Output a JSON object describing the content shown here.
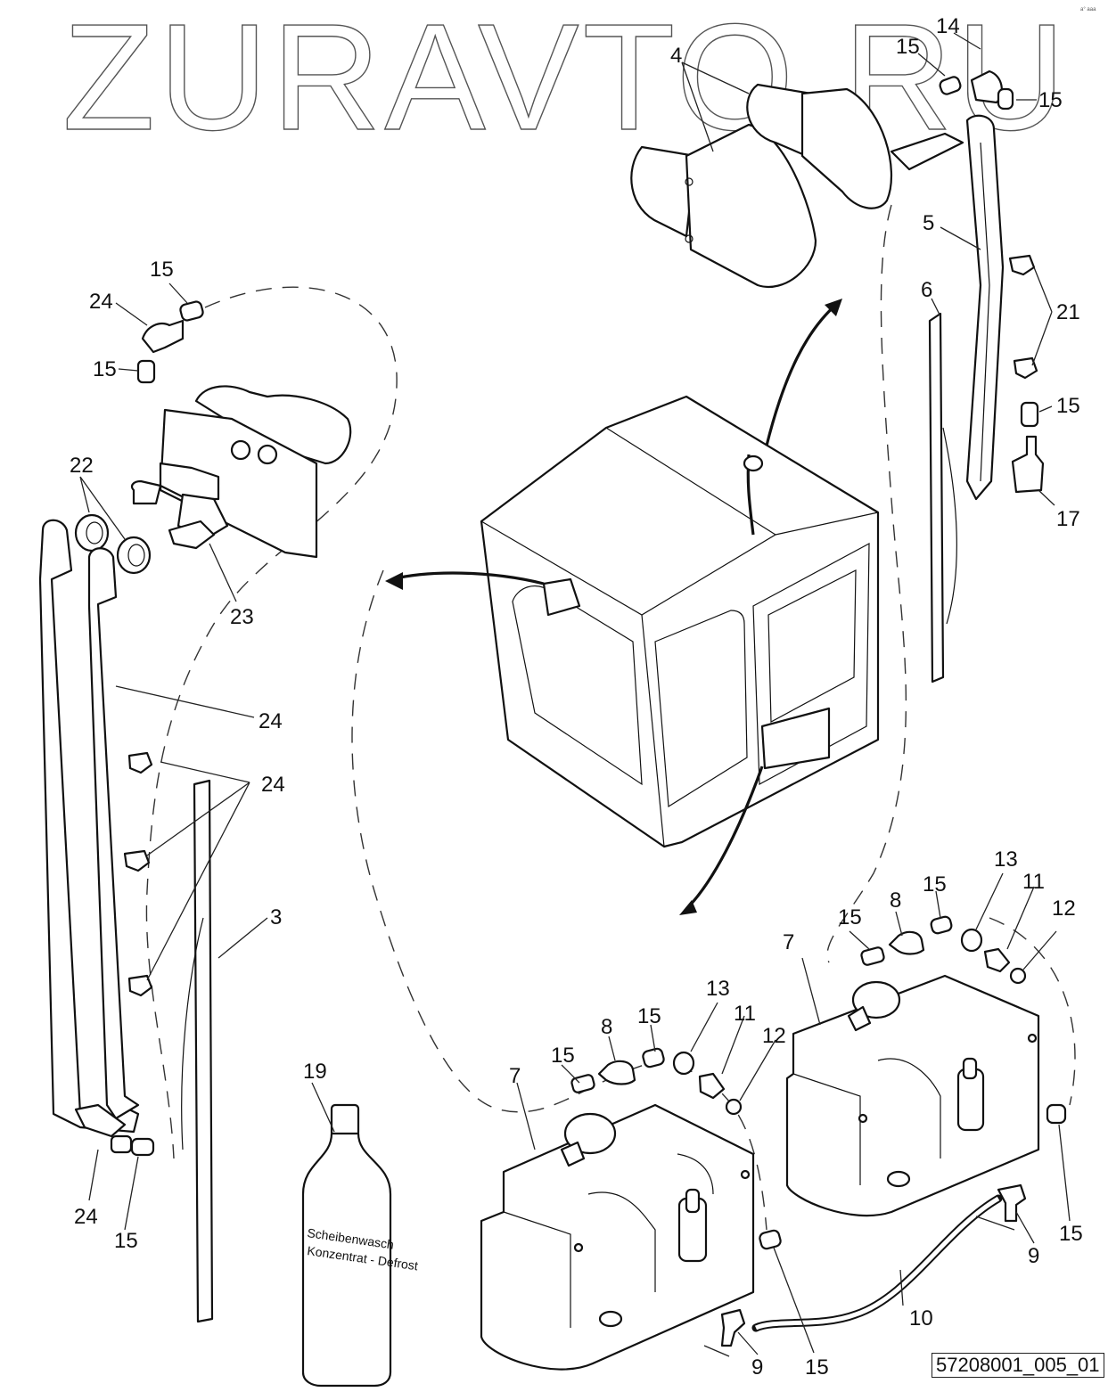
{
  "diagram": {
    "title": "Windscreen wiper and washer system — exploded parts view",
    "watermark": "ZURAVTO.RU",
    "corner_mark": "a° aaa",
    "drawing_number": "57208001_005_01",
    "bottle_label": [
      "Scheibenwasch",
      "Konzentrat - Defrost"
    ],
    "callouts": [
      {
        "id": "c14",
        "number": "14",
        "part": "nozzle (rear)"
      },
      {
        "id": "c15a",
        "number": "15",
        "part": "hose sleeve"
      },
      {
        "id": "c15b",
        "number": "15",
        "part": "hose sleeve"
      },
      {
        "id": "c4",
        "number": "4",
        "part": "wiper motor"
      },
      {
        "id": "c5",
        "number": "5",
        "part": "wiper arm (rear)"
      },
      {
        "id": "c6",
        "number": "6",
        "part": "wiper blade (rear)"
      },
      {
        "id": "c21",
        "number": "21",
        "part": "hose clip"
      },
      {
        "id": "c15c",
        "number": "15",
        "part": "hose sleeve"
      },
      {
        "id": "c17",
        "number": "17",
        "part": "nozzle"
      },
      {
        "id": "c15d",
        "number": "15",
        "part": "hose sleeve"
      },
      {
        "id": "c24a",
        "number": "24",
        "part": "elbow nozzle"
      },
      {
        "id": "c15e",
        "number": "15",
        "part": "hose sleeve"
      },
      {
        "id": "c22",
        "number": "22",
        "part": "spacer ring"
      },
      {
        "id": "c23",
        "number": "23",
        "part": "wiper motor (front)"
      },
      {
        "id": "c24b",
        "number": "24",
        "part": "wiper arm"
      },
      {
        "id": "c24c",
        "number": "24",
        "part": "hose clip"
      },
      {
        "id": "c3",
        "number": "3",
        "part": "wiper blade (front)"
      },
      {
        "id": "c24d",
        "number": "24",
        "part": "nozzle"
      },
      {
        "id": "c15f",
        "number": "15",
        "part": "hose sleeve"
      },
      {
        "id": "c19",
        "number": "19",
        "part": "washer concentrate bottle"
      },
      {
        "id": "c7a",
        "number": "7",
        "part": "washer reservoir"
      },
      {
        "id": "c15g",
        "number": "15",
        "part": "hose sleeve"
      },
      {
        "id": "c8a",
        "number": "8",
        "part": "check valve"
      },
      {
        "id": "c15h",
        "number": "15",
        "part": "hose sleeve"
      },
      {
        "id": "c13a",
        "number": "13",
        "part": "nut"
      },
      {
        "id": "c11a",
        "number": "11",
        "part": "bolt"
      },
      {
        "id": "c12a",
        "number": "12",
        "part": "washer"
      },
      {
        "id": "c7b",
        "number": "7",
        "part": "washer reservoir"
      },
      {
        "id": "c15i",
        "number": "15",
        "part": "hose sleeve"
      },
      {
        "id": "c8b",
        "number": "8",
        "part": "check valve"
      },
      {
        "id": "c15j",
        "number": "15",
        "part": "hose sleeve"
      },
      {
        "id": "c13b",
        "number": "13",
        "part": "nut"
      },
      {
        "id": "c11b",
        "number": "11",
        "part": "bolt"
      },
      {
        "id": "c12b",
        "number": "12",
        "part": "washer"
      },
      {
        "id": "c15k",
        "number": "15",
        "part": "hose sleeve"
      },
      {
        "id": "c9a",
        "number": "9",
        "part": "elbow connector"
      },
      {
        "id": "c10",
        "number": "10",
        "part": "hose"
      },
      {
        "id": "c9b",
        "number": "9",
        "part": "elbow connector"
      },
      {
        "id": "c15l",
        "number": "15",
        "part": "hose sleeve"
      }
    ]
  }
}
